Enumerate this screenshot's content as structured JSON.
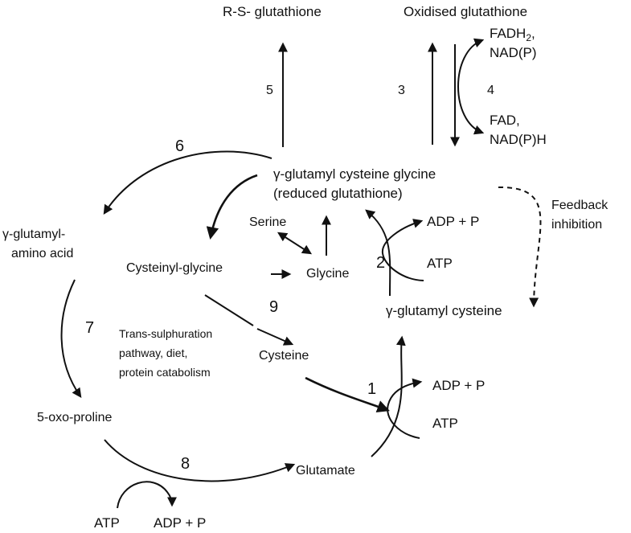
{
  "nodes": {
    "rs_glutathione": "R-S- glutathione",
    "oxidised_glutathione": "Oxidised glutathione",
    "fadh2_line1": "FADH",
    "fadh2_sub": "2",
    "fadh2_line1_comma": ",",
    "nadp_1": "NAD(P)",
    "fad": "FAD,",
    "nadph": "NAD(P)H",
    "gsh_line1": "γ-glutamyl cysteine glycine",
    "gsh_line2": "(reduced glutathione)",
    "feedback_line1": "Feedback",
    "feedback_line2": "inhibition",
    "gamma_glutamyl_aa_line1": "γ-glutamyl-",
    "gamma_glutamyl_aa_line2": "amino acid",
    "serine": "Serine",
    "adp_p_upper": "ADP + P",
    "atp_upper": "ATP",
    "cysteinyl_glycine": "Cysteinyl-glycine",
    "glycine": "Glycine",
    "gamma_glutamyl_cysteine": "γ-glutamyl cysteine",
    "transsulph_line1": "Trans-sulphuration",
    "transsulph_line2": "pathway, diet,",
    "transsulph_line3": "protein catabolism",
    "cysteine": "Cysteine",
    "adp_p_middle": "ADP + P",
    "atp_middle": "ATP",
    "oxo_proline": "5-oxo-proline",
    "glutamate": "Glutamate",
    "atp_bottom": "ATP",
    "adp_p_bottom": "ADP + P"
  },
  "steps": {
    "s1": "1",
    "s2": "2",
    "s3": "3",
    "s4": "4",
    "s5": "5",
    "s6": "6",
    "s7": "7",
    "s8": "8",
    "s9": "9"
  }
}
